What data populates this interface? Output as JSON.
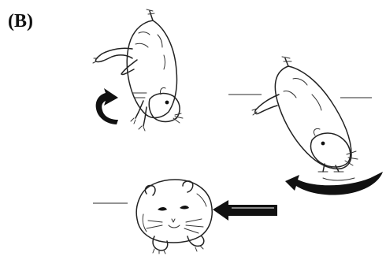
{
  "figure": {
    "panel_label": "(B)",
    "drawings": [
      "hamster-falling-head-down",
      "hamster-righting-on-floor",
      "hamster-front-view"
    ],
    "icons": [
      "curved-arrow-icon",
      "curved-arrow-icon",
      "straight-arrow-icon"
    ]
  }
}
